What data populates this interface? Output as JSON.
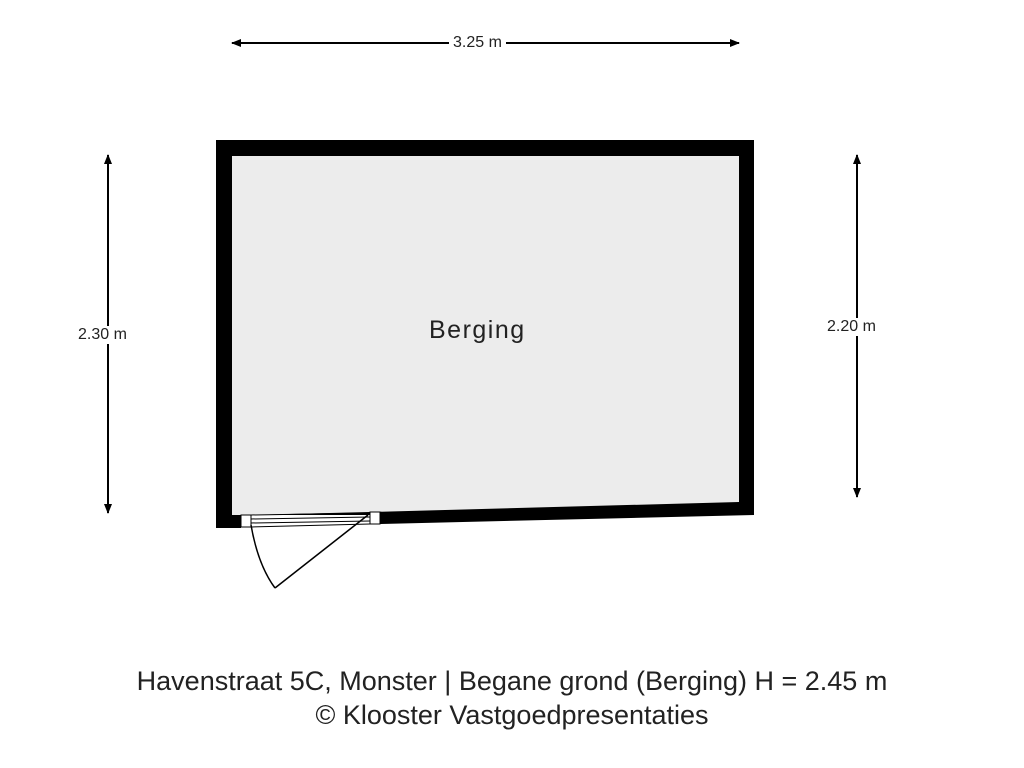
{
  "dimensions": {
    "top": "3.25 m",
    "left": "2.30 m",
    "right": "2.20 m"
  },
  "room": {
    "name": "Berging",
    "fill": "#ececec",
    "wall": "#000000"
  },
  "caption": {
    "line1": "Havenstraat 5C, Monster | Begane grond (Berging) H = 2.45 m",
    "line2": "© Klooster Vastgoedpresentaties"
  }
}
